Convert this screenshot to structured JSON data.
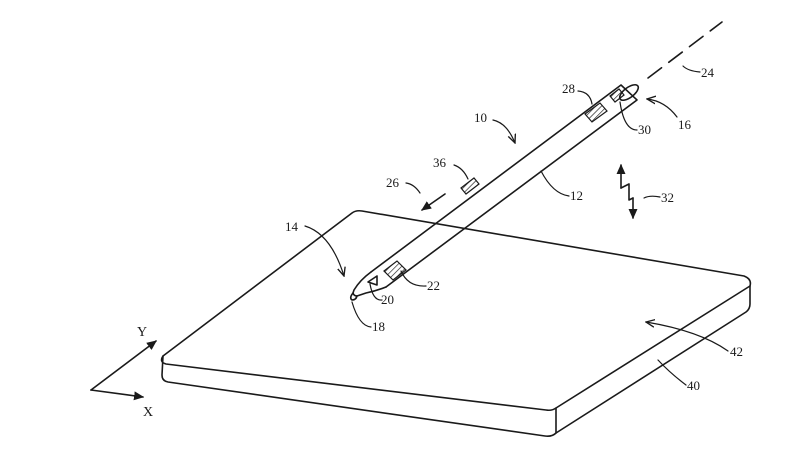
{
  "axes": {
    "y_label": "Y",
    "x_label": "X"
  },
  "reference_numerals": {
    "stylus": "10",
    "shaft": "12",
    "tip_end": "14",
    "rear_end": "16",
    "tip": "18",
    "tip_sensor": "20",
    "front_component": "22",
    "axis": "24",
    "direction": "26",
    "rear_component_a": "28",
    "rear_component_b": "30",
    "signal": "32",
    "side_component": "36",
    "tablet": "40",
    "surface": "42"
  },
  "colors": {
    "ink": "#1a1a1a",
    "background": "#ffffff"
  }
}
